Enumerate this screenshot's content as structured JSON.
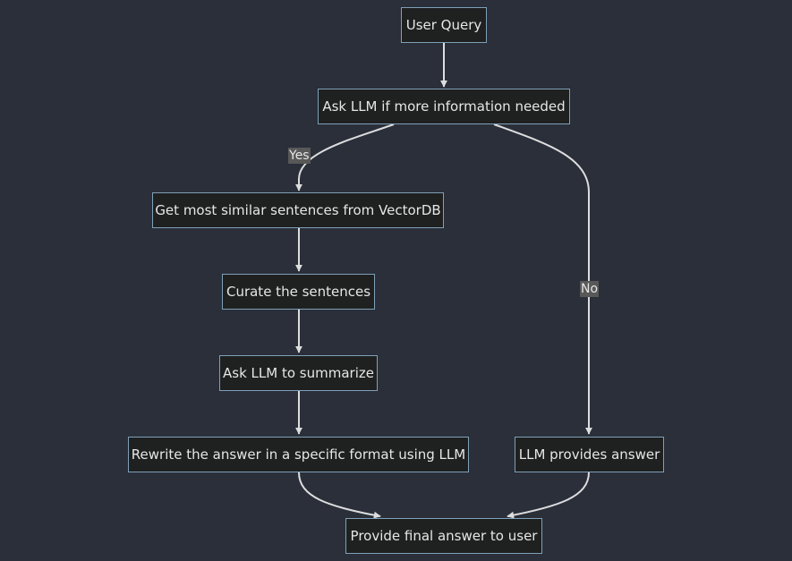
{
  "nodes": {
    "user_query": "User Query",
    "ask_llm_more_info": "Ask LLM if more information needed",
    "get_similar_sentences": "Get most similar sentences from VectorDB",
    "curate_sentences": "Curate the sentences",
    "ask_llm_summarize": "Ask LLM to summarize",
    "rewrite_answer": "Rewrite the answer in a specific format using LLM",
    "llm_provides_answer": "LLM provides answer",
    "final_answer": "Provide final answer to user"
  },
  "edge_labels": {
    "yes": "Yes",
    "no": "No"
  },
  "colors": {
    "background": "#2a2f3a",
    "node_fill": "#1f2020",
    "node_border": "#7fa0b8",
    "edge": "#dddddd",
    "label_bg": "#585858",
    "text": "#e6e6e6"
  }
}
